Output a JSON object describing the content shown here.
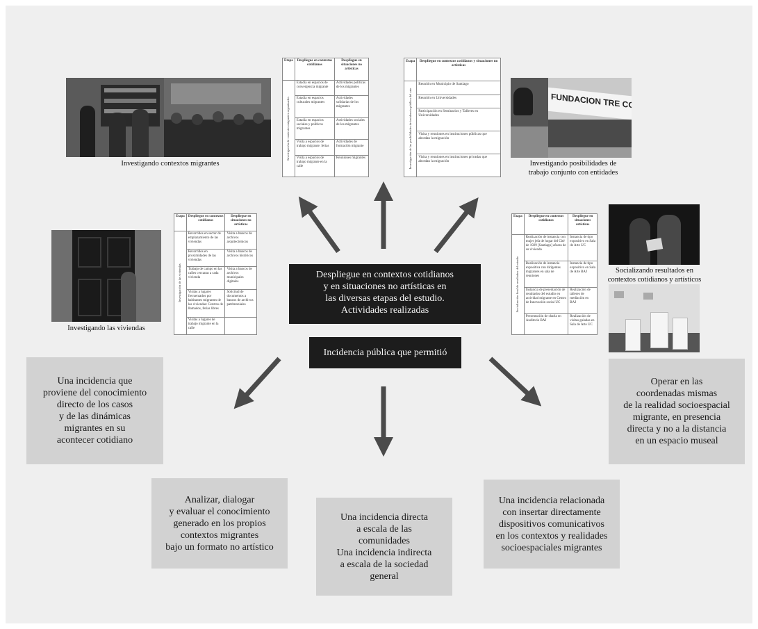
{
  "center": {
    "line1": "Despliegue en contextos cotidianos",
    "line2": "y en situaciones no artísticas en",
    "line3": "las diversas etapas del estudio.",
    "line4": "Actividades realizadas",
    "subtitle": "Incidencia pública que permitió"
  },
  "captions": {
    "top_left": "Investigando contextos migrantes",
    "top_right_1": "Investigando posibilidades de",
    "top_right_2": "trabajo conjunto con entidades",
    "mid_left": "Investigando las viviendas",
    "mid_right_1": "Socializando resultados en",
    "mid_right_2": "contextos cotidianos y artísticos",
    "fundacion_sign": "FUNDACION TRE COS"
  },
  "table_contexts": {
    "h_etapa": "Etapa",
    "h_col1": "Despliegue en contextos cotidianos",
    "h_col2": "Despliegue en situaciones no artísticas",
    "stage": "Investigación de contextos migrantes organizados",
    "rows": [
      [
        "Estadía en espacios de convergencia migrante",
        "Actividades políticas de los migrantes"
      ],
      [
        "Estadía en espacios culturales migrantes",
        "Actividades solidarias de los migrantes"
      ],
      [
        "Estadía en espacios sociales y políticos migrantes",
        "Actividades sociales de los migrantes"
      ],
      [
        "Visita a espacios de trabajo migrante: ferias",
        "Actividades de formación migrante"
      ],
      [
        "Visita a espacios de trabajo migrante en la calle",
        "Reuniones migrantes"
      ]
    ]
  },
  "table_art": {
    "h_etapa": "Etapa",
    "h_col1": "Despliegue en contextos cotidianos y situaciones no artísticas",
    "stage": "Investigación de las posibilidades de incidencia pública del arte",
    "rows": [
      "Reunión en Municipio de Santiago",
      "Reunión en Universidades",
      "Participación en Seminarios y Talleres en Universidades",
      "Visita y reuniones en instituciones públicas que abordan la migración",
      "Visita y reuniones en instituciones privadas que abordan la migración"
    ]
  },
  "table_housing": {
    "h_etapa": "Etapa",
    "h_col1": "Despliegue en contextos cotidianos",
    "h_col2": "Despliegue en situaciones no artísticas",
    "stage": "Investigación de las viviendas",
    "rows": [
      [
        "Recorridos en sector de emplazamiento de las viviendas",
        "Visita a bancos de archivos arquitectónicos"
      ],
      [
        "Recorridos en proximidades de las viviendas",
        "Visita a bancos de archivos históricos"
      ],
      [
        "Trabajo de campo en las calles cercanas a cada vivienda",
        "Visita a bancos de archivos municipales digitales"
      ],
      [
        "Visitas a lugares frecuentados por habitantes migrantes de las viviendas: Centros de llamados, ferias libres",
        "Solicitud de documentos a bancos de archivos patrimoniales"
      ],
      [
        "Visitas a lugares de trabajo migrante en la calle",
        ""
      ]
    ]
  },
  "table_social": {
    "h_etapa": "Etapa",
    "h_col1": "Despliegue en contextos cotidianos",
    "h_col2": "Despliegue en situaciones artísticas",
    "stage": "Socialización final de resultados del estudio",
    "rows": [
      [
        "Realización de instancia con mujer jefa de hogar del Cité de 1929 [Santiago] afuera de su vivienda",
        "Instancia de tipo expositivo en Sala de Arte UC"
      ],
      [
        "Realización de instancia expositiva con dirigentes migrantes en sala de reuniones",
        "Instancia de tipo expositivo en Sala de Arte BAJ"
      ],
      [
        "Instancia de presentación de resultados del estudio en actividad migrante en Centro de Innovación social UC",
        "Realización de talleres de mediación en BAJ"
      ],
      [
        "Presentación de charla en Auditorio BAJ",
        "Realización de visitas guiadas en Sala de Arte UC"
      ]
    ]
  },
  "outcomes": {
    "left": [
      "Una incidencia que",
      "proviene del conocimiento",
      "directo de los casos",
      "y de las dinámicas",
      "migrantes en su",
      "acontecer cotidiano"
    ],
    "right": [
      "Operar en las",
      "coordenadas mismas",
      "de la realidad socioespacial",
      "migrante, en presencia",
      "directa y no a la distancia",
      "en un espacio museal"
    ],
    "bottom_left": [
      "Analizar, dialogar",
      "y evaluar el conocimiento",
      "generado en los propios",
      "contextos migrantes",
      "bajo un formato no artístico"
    ],
    "bottom_center": [
      "Una incidencia directa",
      "a escala de las",
      "comunidades",
      "Una incidencia indirecta",
      "a escala de la sociedad",
      "general"
    ],
    "bottom_right": [
      "Una incidencia relacionada",
      "con insertar directamente",
      "dispositivos comunicativos",
      "en los contextos y realidades",
      "socioespaciales migrantes"
    ]
  }
}
